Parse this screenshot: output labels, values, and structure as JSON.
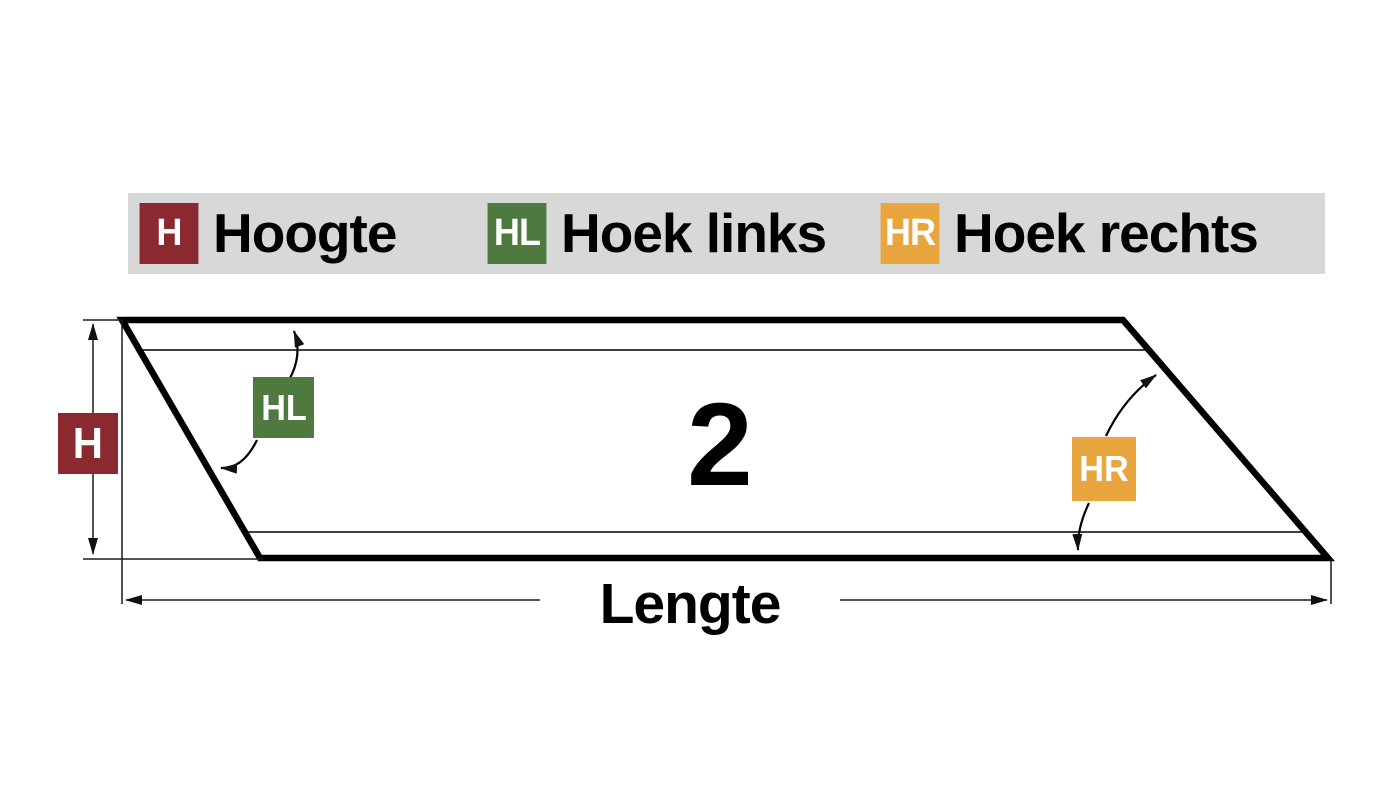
{
  "legend": {
    "background_color": "#D8D8D8",
    "items": [
      {
        "code": "H",
        "label": "Hoogte",
        "color": "#8B2931"
      },
      {
        "code": "HL",
        "label": "Hoek links",
        "color": "#4E7A40"
      },
      {
        "code": "HR",
        "label": "Hoek rechts",
        "color": "#E9A63E"
      }
    ]
  },
  "diagram": {
    "shape_number": "2",
    "length_label": "Lengte",
    "height_tag": {
      "code": "H",
      "color": "#8B2931"
    },
    "left_angle_tag": {
      "code": "HL",
      "color": "#4E7A40"
    },
    "right_angle_tag": {
      "code": "HR",
      "color": "#E9A63E"
    },
    "outline_color": "#000000",
    "dimension_line_color": "#1c1c1c"
  }
}
